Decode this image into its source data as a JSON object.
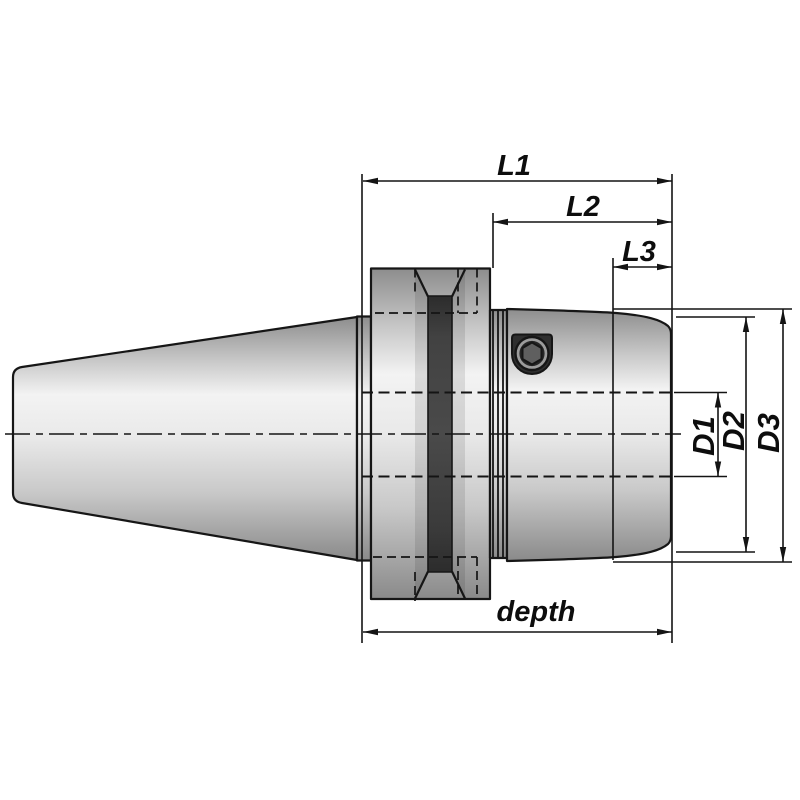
{
  "drawing": {
    "title": "tool-holder-technical-drawing",
    "view": "side view of taper-shank tool holder with dimension callouts",
    "dimension_labels": {
      "l1": "L1",
      "l2": "L2",
      "l3": "L3",
      "d1": "D1",
      "d2": "D2",
      "d3": "D3",
      "depth": "depth"
    },
    "colors": {
      "background": "#ffffff",
      "outline": "#161616",
      "dimension_line": "#141414",
      "metal_bright": "#f3f3f3",
      "metal_mid": "#c9c9c9",
      "metal_dark": "#8a8a8a",
      "groove_dark": "#3d3d3d",
      "screw_bezel": "#2f2f2f",
      "screw_ring": "#9c9c9c",
      "screw_hex": "#5f5f5f"
    }
  }
}
